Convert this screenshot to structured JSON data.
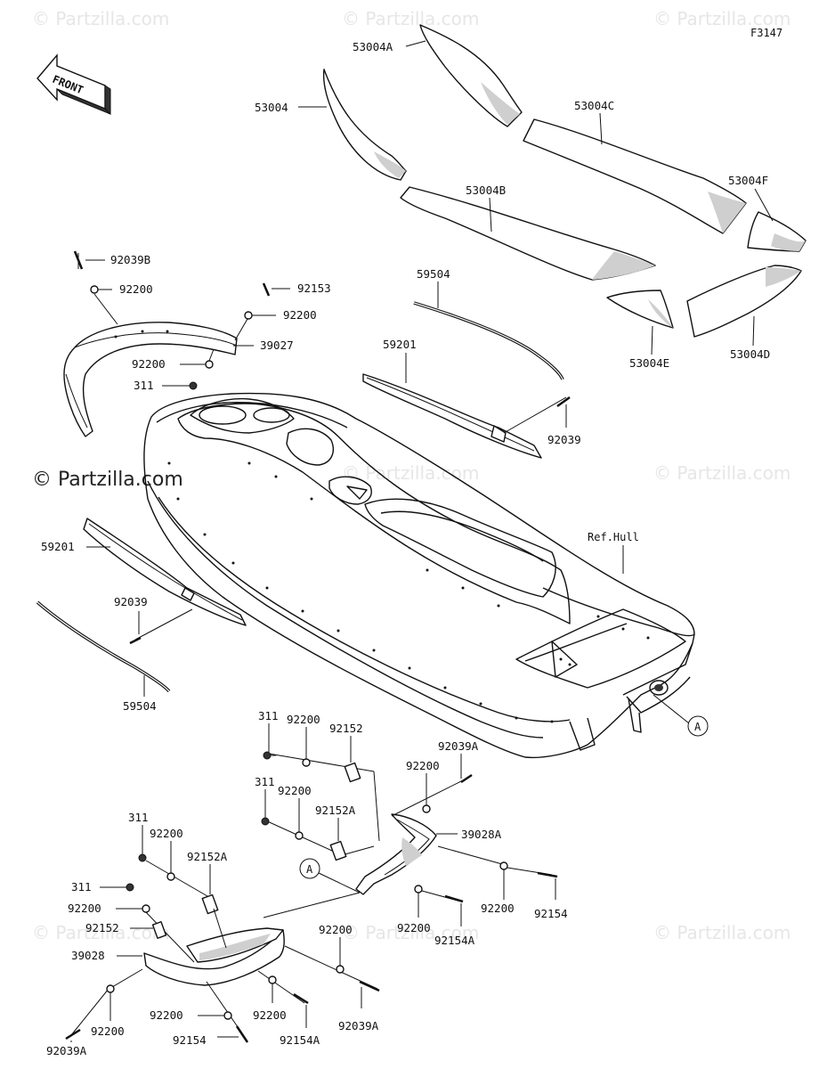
{
  "watermarks": [
    "© Partzilla.com",
    "© Partzilla.com",
    "© Partzilla.com",
    "© Partzilla.com",
    "© Partzilla.com",
    "© Partzilla.com",
    "© Partzilla.com",
    "© Partzilla.com",
    "© Partzilla.com"
  ],
  "main_watermark": "© Partzilla.com",
  "figure_code": "F3147",
  "front_label": "FRONT",
  "ref_hull": "Ref.Hull",
  "callout_a": "A",
  "labels": {
    "p53004A": "53004A",
    "p53004": "53004",
    "p53004C": "53004C",
    "p53004B": "53004B",
    "p53004F": "53004F",
    "p53004E": "53004E",
    "p53004D": "53004D",
    "p59504_top": "59504",
    "p59201_top": "59201",
    "p92039_top": "92039",
    "p92039B": "92039B",
    "p92200_a": "92200",
    "p92153": "92153",
    "p92200_b": "92200",
    "p39027": "39027",
    "p92200_c": "92200",
    "p311_a": "311",
    "p59201_left": "59201",
    "p92039_left": "92039",
    "p59504_left": "59504",
    "p311_b": "311",
    "p92200_d": "92200",
    "p92152_a": "92152",
    "p92039A_a": "92039A",
    "p311_c": "311",
    "p92200_e": "92200",
    "p92152A_a": "92152A",
    "p92200_f": "92200",
    "p39028A": "39028A",
    "p311_d": "311",
    "p92200_g": "92200",
    "p92152A_b": "92152A",
    "p311_e": "311",
    "p92200_h": "92200",
    "p92152_b": "92152",
    "p39028": "39028",
    "p92200_i": "92200",
    "p92200_j": "92200",
    "p92154_a": "92154",
    "p92154A_a": "92154A",
    "p92200_k": "92200",
    "p92039A_b": "92039A",
    "p92200_l": "92200",
    "p92200_m": "92200",
    "p92154_b": "92154",
    "p92154A_b": "92154A",
    "p92200_n": "92200",
    "p92039A_c": "92039A"
  }
}
